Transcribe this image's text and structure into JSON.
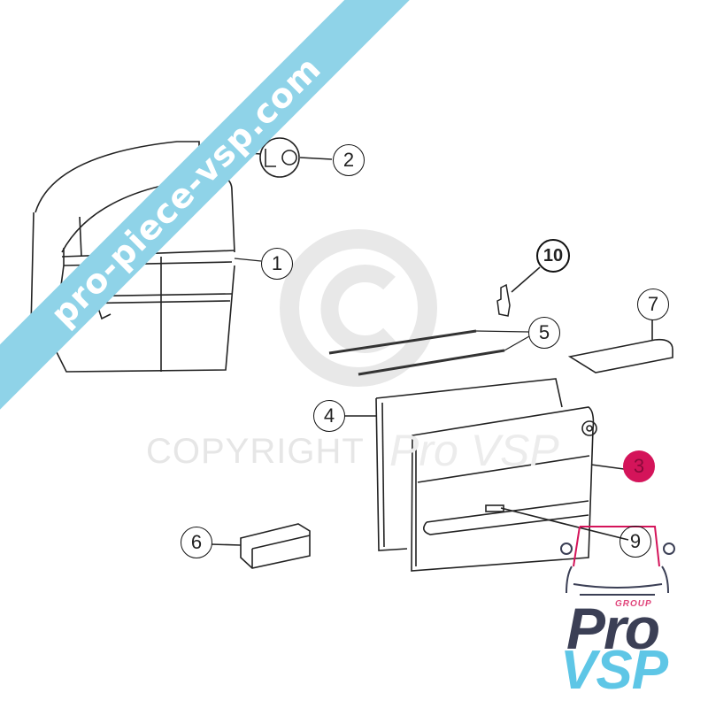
{
  "watermark": {
    "banner_text": "pro-piece-vsp.com",
    "copyright_text": "COPYRIGHT",
    "brand_text": "Pro VSP",
    "copyright_symbol": "©"
  },
  "callouts": [
    {
      "id": "1",
      "label": "1"
    },
    {
      "id": "2",
      "label": "2"
    },
    {
      "id": "3",
      "label": "3",
      "highlighted": true
    },
    {
      "id": "4",
      "label": "4"
    },
    {
      "id": "5",
      "label": "5"
    },
    {
      "id": "6",
      "label": "6"
    },
    {
      "id": "7",
      "label": "7"
    },
    {
      "id": "9",
      "label": "9"
    },
    {
      "id": "10",
      "label": "10"
    }
  ],
  "logo": {
    "group": "GROUP",
    "pro": "Pro",
    "vsp": "VSP"
  },
  "colors": {
    "banner": "#8fd3e8",
    "highlight": "#d4145a",
    "logo_dark": "#3b3f55",
    "logo_blue": "#5ec6e6",
    "logo_pink": "#e0457b"
  }
}
